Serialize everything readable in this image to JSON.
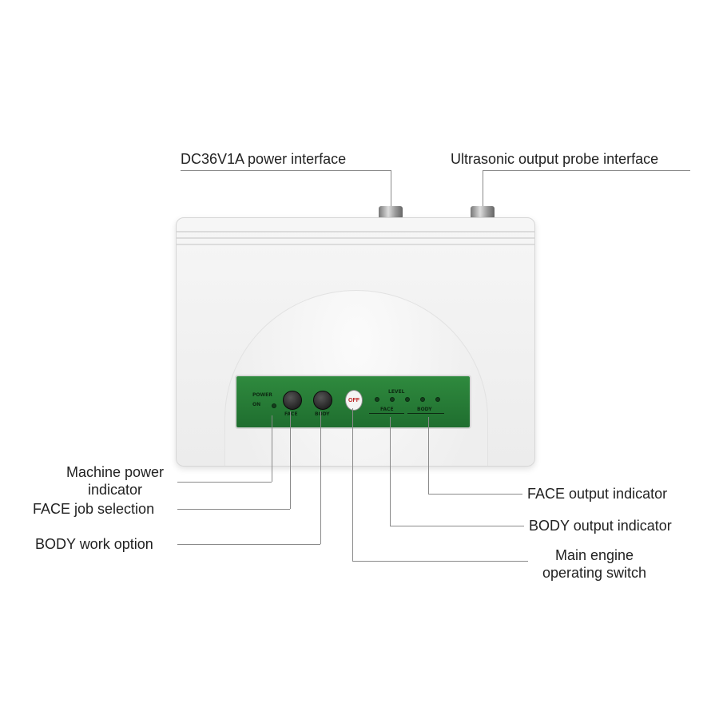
{
  "labels": {
    "power_interface": "DC36V1A power interface",
    "probe_interface": "Ultrasonic output probe interface",
    "machine_power_1": "Machine power",
    "machine_power_2": "indicator",
    "face_job": "FACE  job selection",
    "body_work": "BODY work option",
    "face_output": "FACE output indicator",
    "body_output": "BODY output indicator",
    "main_switch_1": "Main engine",
    "main_switch_2": "operating switch"
  },
  "panel": {
    "power_text": "POWER",
    "on_text": "ON",
    "face_text": "FACE",
    "body_text": "BODY",
    "switch_text": "OFF",
    "level_text": "LEVEL",
    "face_group": "FACE",
    "body_group": "BODY"
  }
}
